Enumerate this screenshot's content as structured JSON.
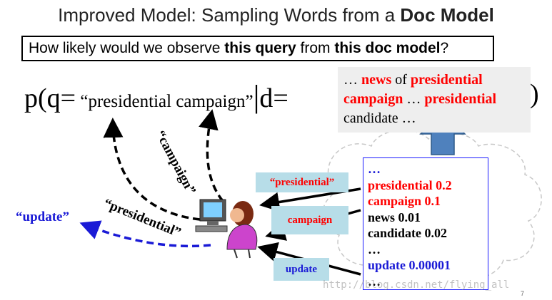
{
  "title": {
    "text_plain": "Improved Model: Sampling Words from a ",
    "text_bold": "Doc Model"
  },
  "question": {
    "part1": "How likely would we observe ",
    "bold1": "this query",
    "part2": " from ",
    "bold2": "this doc model",
    "part3": "?"
  },
  "formula": {
    "prefix": "p(q=",
    "query": " “presidential campaign”",
    "bar": "|",
    "suffix": "d=",
    "close": ")"
  },
  "doc_text": {
    "l1a": "… ",
    "l1b": "news",
    "l1c": " of ",
    "l1d": "presidential",
    "l2a": "campaign",
    "l2b": " … ",
    "l2c": "presidential",
    "l3": "candidate …"
  },
  "word_model": [
    {
      "text": "…",
      "color": "#1a1ad6"
    },
    {
      "text": "presidential  0.2",
      "color": "#ff0000"
    },
    {
      "text": "campaign 0.1",
      "color": "#ff0000"
    },
    {
      "text": "news 0.01",
      "color": "#000000"
    },
    {
      "text": "candidate 0.02",
      "color": "#000000"
    },
    {
      "text": "…",
      "color": "#000000"
    },
    {
      "text": "update 0.00001",
      "color": "#1a1ad6"
    },
    {
      "text": "…",
      "color": "#000000"
    }
  ],
  "sample_labels": {
    "presidential": "“presidential”",
    "campaign": "campaign",
    "update": "update"
  },
  "arrow_words": {
    "campaign": "“campaign”",
    "presidential": "“presidential”",
    "update": "“update”"
  },
  "colors": {
    "red": "#ff0000",
    "blue": "#1a1ad6",
    "doc_bg": "#eeeeee",
    "label_bg": "#b7dde8",
    "up_arrow": "#4f81bd"
  },
  "page_number": "7",
  "watermark": "http://blog.csdn.net/flying_all"
}
